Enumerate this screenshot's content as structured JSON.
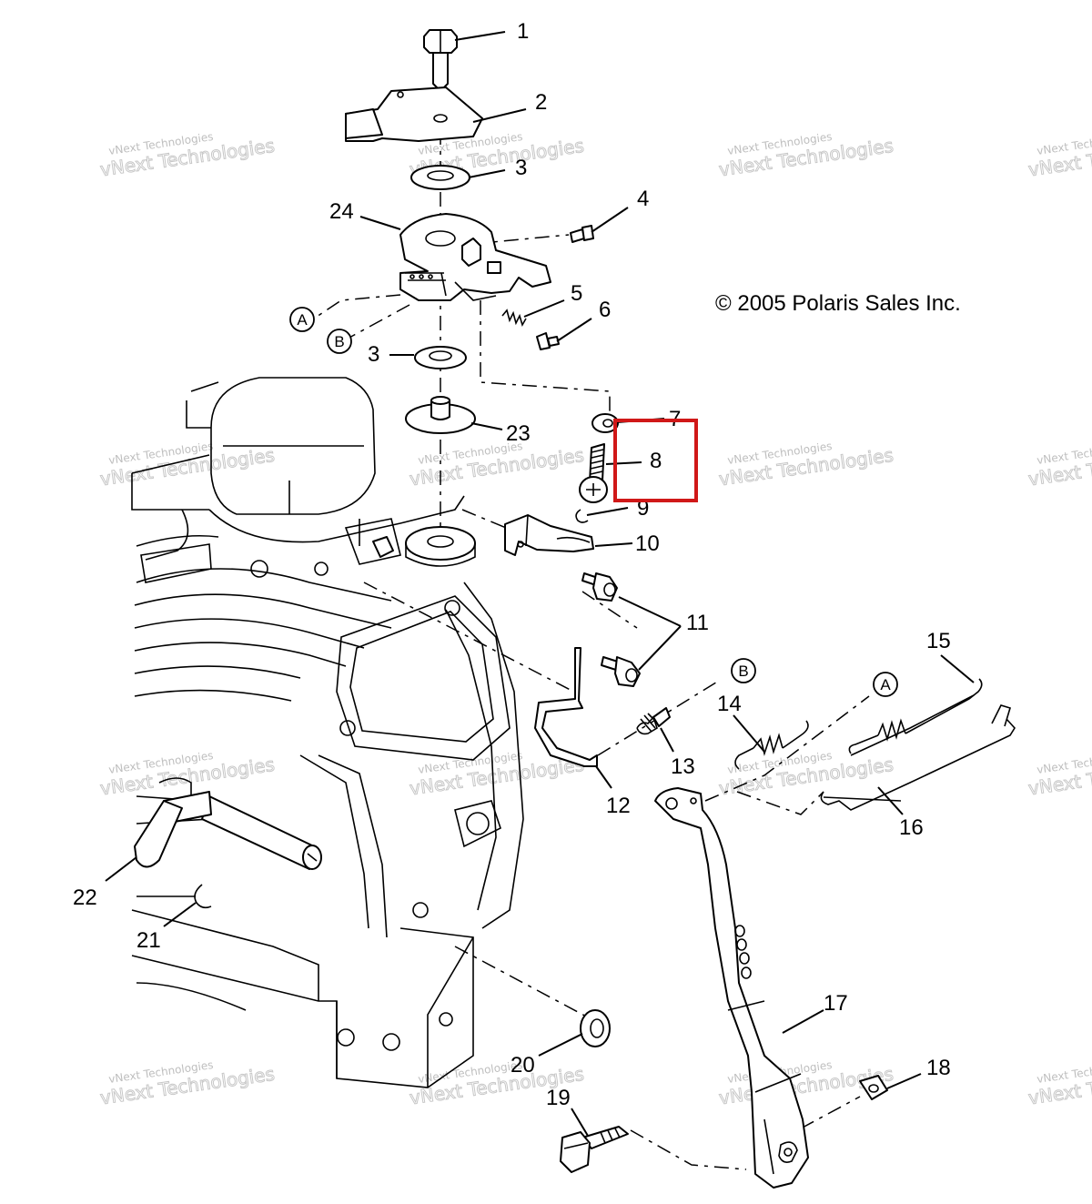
{
  "copyright": "© 2005 Polaris Sales Inc.",
  "watermark": {
    "line1": "vNext Technologies",
    "line2": "vNext Technologies"
  },
  "highlight": {
    "color": "#d01818",
    "target_part": "8"
  },
  "callout_refs": {
    "a_left": "A",
    "b_left": "B",
    "a_right": "A",
    "b_right": "B"
  },
  "part_numbers": {
    "p1": "1",
    "p2": "2",
    "p3a": "3",
    "p3b": "3",
    "p4": "4",
    "p5": "5",
    "p6": "6",
    "p7": "7",
    "p8": "8",
    "p9": "9",
    "p10": "10",
    "p11": "11",
    "p12": "12",
    "p13": "13",
    "p14": "14",
    "p15": "15",
    "p16": "16",
    "p17": "17",
    "p18": "18",
    "p19": "19",
    "p20": "20",
    "p21": "21",
    "p22": "22",
    "p23": "23",
    "p24": "24"
  }
}
